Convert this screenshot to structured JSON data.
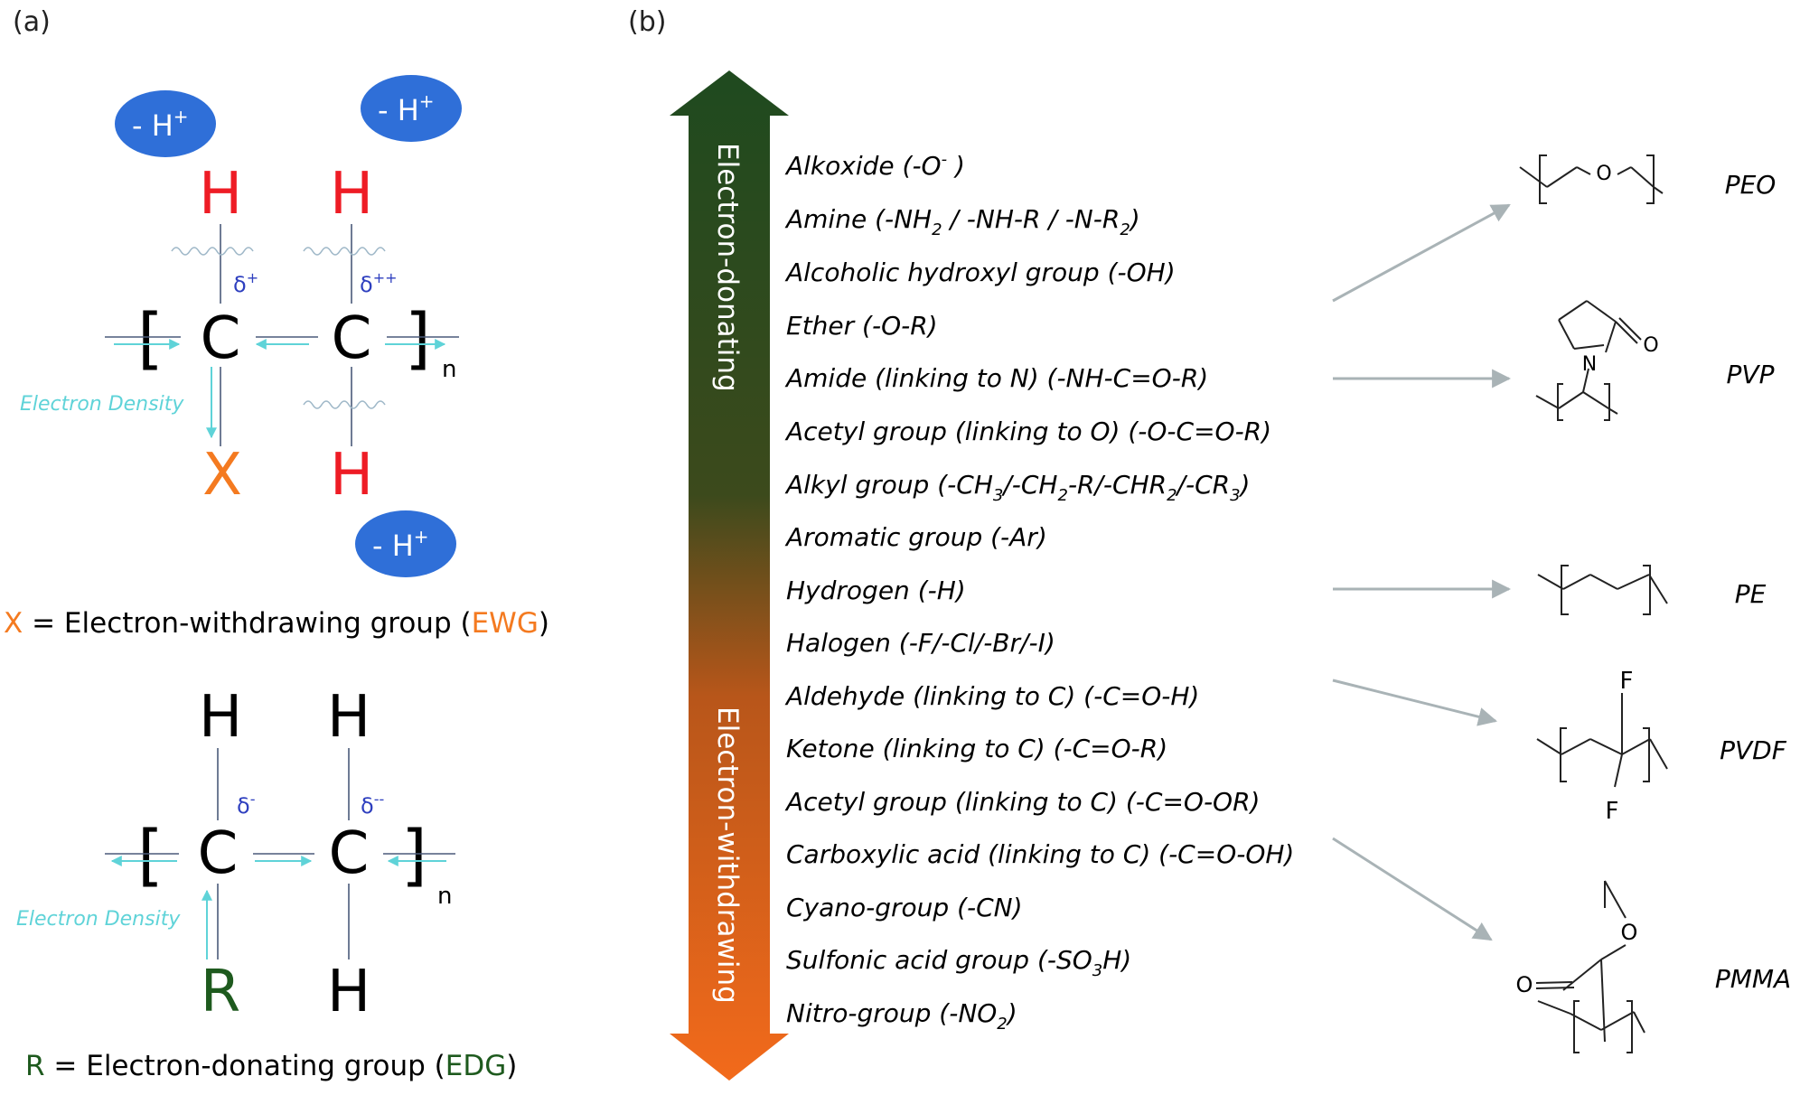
{
  "panel_a": {
    "label": "(a)",
    "top": {
      "h_left": "H",
      "h_right": "H",
      "h_bottom": "H",
      "c_left": "C",
      "c_right": "C",
      "substituent": "X",
      "subscript_n": "n",
      "delta_left": "δ+",
      "delta_right": "δ++",
      "bracket_open": "[",
      "bracket_close": "]",
      "proton_bubbles": [
        "- H+",
        "- H+",
        "- H+"
      ],
      "electron_density": "Electron Density",
      "legend_symbol": "X",
      "legend_text": " = Electron-withdrawing group (",
      "legend_abbrev": "EWG",
      "legend_close": ")"
    },
    "bottom": {
      "h_left": "H",
      "h_right": "H",
      "h_bottom": "H",
      "c_left": "C",
      "c_right": "C",
      "substituent": "R",
      "subscript_n": "n",
      "delta_left": "δ-",
      "delta_right": "δ--",
      "bracket_open": "[",
      "bracket_close": "]",
      "electron_density": "Electron Density",
      "legend_symbol": "R",
      "legend_text": " = Electron-donating group (",
      "legend_abbrev": "EDG",
      "legend_close": ")"
    },
    "colors": {
      "h_red": "#ee1c25",
      "x_orange": "#f47a20",
      "r_green": "#1e5a1e",
      "delta_blue": "#2e3fbf",
      "electron_cyan": "#5fd3d8",
      "bubble_blue": "#2f6fd8"
    }
  },
  "panel_b": {
    "label": "(b)",
    "arrow_top_label": "Electron-donating",
    "arrow_bottom_label": "Electron-withdrawing",
    "arrow_colors": {
      "top": "#1f4a1f",
      "bottom": "#f26a1b"
    },
    "groups": [
      "Alkoxide (-O- )",
      "Amine (-NH2 / -NH-R / -N-R2)",
      "Alcoholic hydroxyl group (-OH)",
      "Ether (-O-R)",
      "Amide (linking to N) (-NH-C=O-R)",
      "Acetyl group (linking to O) (-O-C=O-R)",
      "Alkyl group (-CH3/-CH2-R/-CHR2/-CR3)",
      "Aromatic group (-Ar)",
      "Hydrogen (-H)",
      "Halogen (-F/-Cl/-Br/-I)",
      "Aldehyde (linking to C) (-C=O-H)",
      "Ketone (linking to C) (-C=O-R)",
      "Acetyl group (linking to C) (-C=O-OR)",
      "Carboxylic acid (linking to C) (-C=O-OH)",
      "Cyano-group (-CN)",
      "Sulfonic acid group (-SO3H)",
      "Nitro-group (-NO2)"
    ],
    "polymers": [
      "PEO",
      "PVP",
      "PE",
      "PVDF",
      "PMMA"
    ],
    "atoms": {
      "peo_o": "O",
      "pvp_n": "N",
      "pvp_o": "O",
      "pvdf_f_top": "F",
      "pvdf_f_bottom": "F",
      "pmma_o_top": "O",
      "pmma_o_left": "O"
    }
  }
}
